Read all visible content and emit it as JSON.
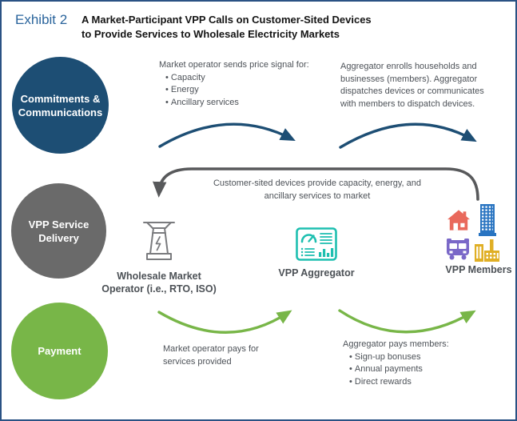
{
  "header": {
    "exhibit_label": "Exhibit 2",
    "title_line1": "A Market-Participant VPP Calls on Customer-Sited Devices",
    "title_line2": "to Provide Services to Wholesale Electricity Markets"
  },
  "circles": {
    "commitments": {
      "line1": "Commitments &",
      "line2": "Communications"
    },
    "delivery": {
      "line1": "VPP Service",
      "line2": "Delivery"
    },
    "payment": {
      "line1": "Payment"
    }
  },
  "annotations": {
    "top_left": {
      "intro": "Market operator sends price signal for:",
      "bullets": [
        "Capacity",
        "Energy",
        "Ancillary services"
      ]
    },
    "top_right": {
      "lines": [
        "Aggregator enrolls households and",
        "businesses (members). Aggregator",
        "dispatches devices or communicates",
        "with members to dispatch devices."
      ]
    },
    "middle": {
      "lines": [
        "Customer-sited devices provide capacity, energy, and",
        "ancillary services to market"
      ]
    },
    "bottom_left": {
      "lines": [
        "Market operator pays for",
        "services provided"
      ]
    },
    "bottom_right": {
      "intro": "Aggregator pays members:",
      "bullets": [
        "Sign-up bonuses",
        "Annual payments",
        "Direct rewards"
      ]
    }
  },
  "entities": {
    "market_operator": {
      "label_line1": "Wholesale Market",
      "label_line2": "Operator (i.e., RTO, ISO)",
      "icon": "transmission-tower-icon"
    },
    "aggregator": {
      "label": "VPP Aggregator",
      "icon": "dashboard-icon"
    },
    "members": {
      "label": "VPP Members",
      "icons": [
        "house-icon",
        "office-building-icon",
        "bus-icon",
        "commercial-buildings-icon"
      ]
    }
  },
  "colors": {
    "frame_border": "#2a5284",
    "exhibit_blue": "#2a649c",
    "navy_circle_arrow": "#1d4e74",
    "gray_circle": "#6a6a6a",
    "green_circle_arrow": "#78b648",
    "gray_arrow": "#58595b",
    "teal_icon": "#1ebfb0",
    "tower_icon_gray": "#7a7b7e",
    "house_red": "#e9695c",
    "building_blue": "#2974c1",
    "bus_purple": "#7a68c8",
    "commercial_gold": "#e0af25",
    "body_text": "#4d5258"
  }
}
